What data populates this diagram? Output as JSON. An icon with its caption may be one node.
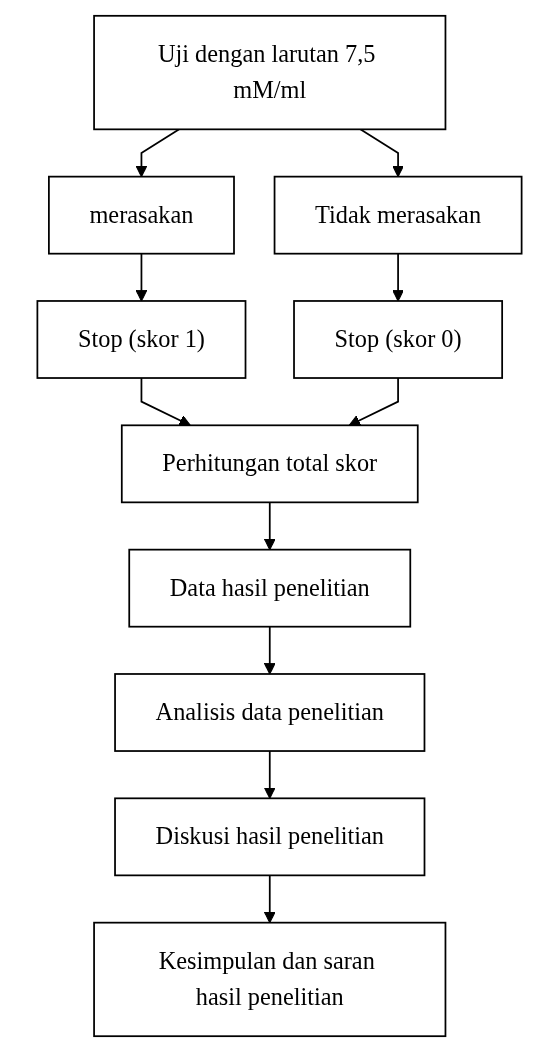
{
  "diagram": {
    "nodes": [
      {
        "text": [
          "Uji dengan larutan 7,5 mM/ml"
        ]
      },
      {
        "text": [
          "merasakan"
        ]
      },
      {
        "text": [
          "Tidak merasakan"
        ]
      },
      {
        "text": [
          "Stop (skor 1)"
        ]
      },
      {
        "text": [
          "Stop (skor 0)"
        ]
      },
      {
        "text": [
          "Perhitungan total skor"
        ]
      },
      {
        "text": [
          "Data hasil penelitian"
        ]
      },
      {
        "text": [
          "Analisis data penelitian"
        ]
      },
      {
        "text": [
          "Diskusi hasil penelitian"
        ]
      },
      {
        "text": [
          "Kesimpulan dan saran hasil penelitian"
        ]
      }
    ],
    "edges": [
      {
        "from": 0,
        "to": 1,
        "arrow": "to"
      },
      {
        "from": 0,
        "to": 2,
        "arrow": "to"
      },
      {
        "from": 1,
        "to": 3,
        "arrow": "to"
      },
      {
        "from": 2,
        "to": 4,
        "arrow": "to"
      },
      {
        "from": 3,
        "to": 5,
        "arrow": "to"
      },
      {
        "from": 4,
        "to": 5,
        "arrow": "to"
      },
      {
        "from": 5,
        "to": 6,
        "arrow": "to"
      },
      {
        "from": 6,
        "to": 7,
        "arrow": "to"
      },
      {
        "from": 7,
        "to": 8,
        "arrow": "to"
      },
      {
        "from": 8,
        "to": 9,
        "arrow": "to"
      }
    ]
  }
}
